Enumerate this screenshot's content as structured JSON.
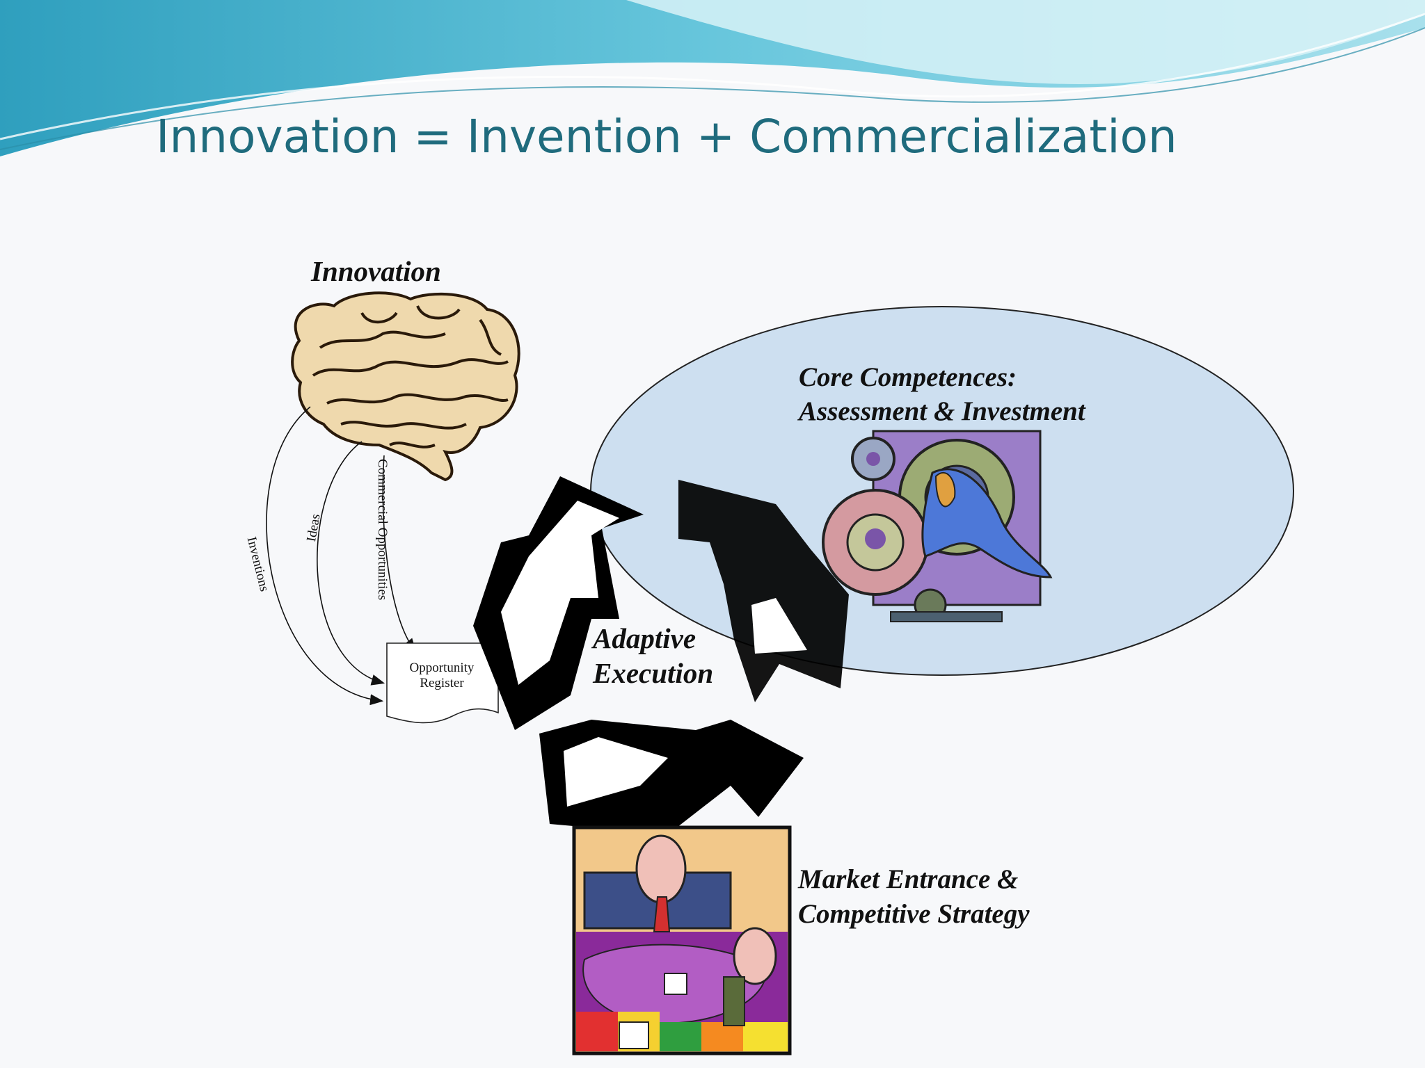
{
  "slide": {
    "title": "Innovation = Invention + Commercialization"
  },
  "diagram": {
    "innovation_label": "Innovation",
    "core_line1": "Core Competences:",
    "core_line2": "Assessment & Investment",
    "adaptive_line1": "Adaptive",
    "adaptive_line2": "Execution",
    "market_line1": "Market Entrance &",
    "market_line2": "Competitive Strategy",
    "flow_commercial": "Commercial Opportunities",
    "flow_ideas": "Ideas",
    "flow_inventions": "Inventions",
    "register_line1": "Opportunity",
    "register_line2": "Register"
  },
  "icons": {
    "brain": "brain-icon",
    "gears": "gears-clipart-icon",
    "strategy": "board-game-clipart-icon",
    "arrows": "cycle-arrows-icon"
  },
  "colors": {
    "title": "#1f6b7d",
    "ellipse": "#cddff0",
    "banner": "#5bc3d8"
  }
}
